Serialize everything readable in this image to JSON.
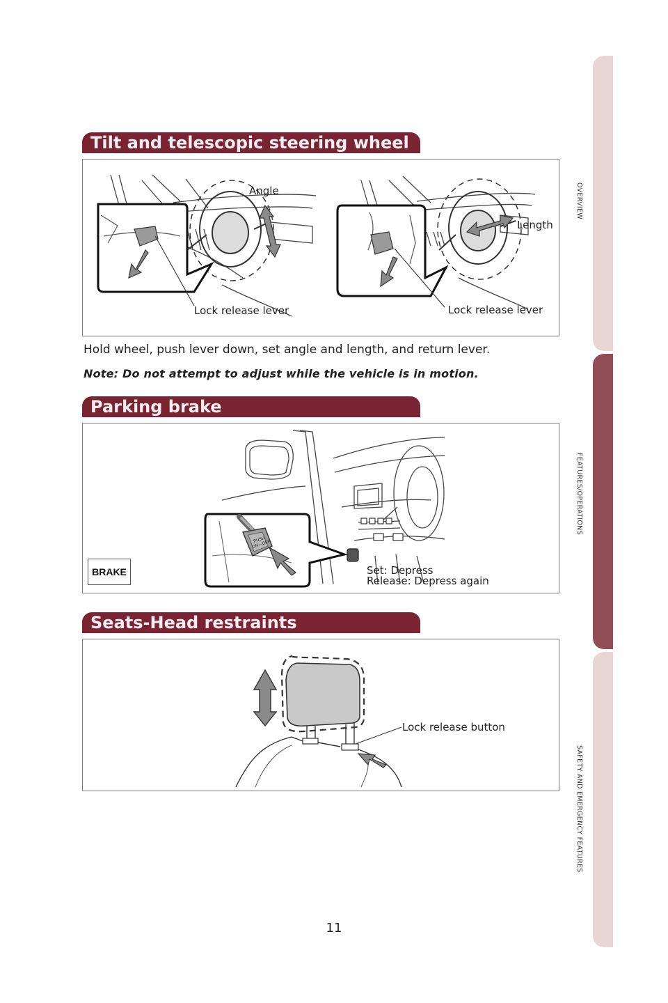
{
  "sections": {
    "tilt": {
      "title": "Tilt and telescopic steering wheel",
      "labels": {
        "angle": "Angle",
        "length": "Length",
        "lock_left": "Lock release lever",
        "lock_right": "Lock release lever"
      },
      "instruction": "Hold wheel, push lever down, set angle and length, and return lever.",
      "note": "Note: Do not attempt to adjust while the vehicle is in motion."
    },
    "parking": {
      "title": "Parking brake",
      "badge": "BRAKE",
      "pedal_text_1": "PUSH",
      "pedal_text_2": "ON⇔OFF",
      "set_label": "Set: Depress",
      "release_label": "Release: Depress again"
    },
    "seats": {
      "title": "Seats-Head restraints",
      "lock_label": "Lock release button"
    }
  },
  "side_tabs": [
    {
      "label": "OVERVIEW",
      "active": false
    },
    {
      "label": "FEATURES/OPERATIONS",
      "active": true
    },
    {
      "label": "SAFETY AND EMERGENCY FEATURES",
      "active": false
    }
  ],
  "page_number": "11",
  "colors": {
    "header_bg": "#7a2433",
    "tab_active": "#914d56",
    "tab_inactive": "#e8d6d3"
  }
}
